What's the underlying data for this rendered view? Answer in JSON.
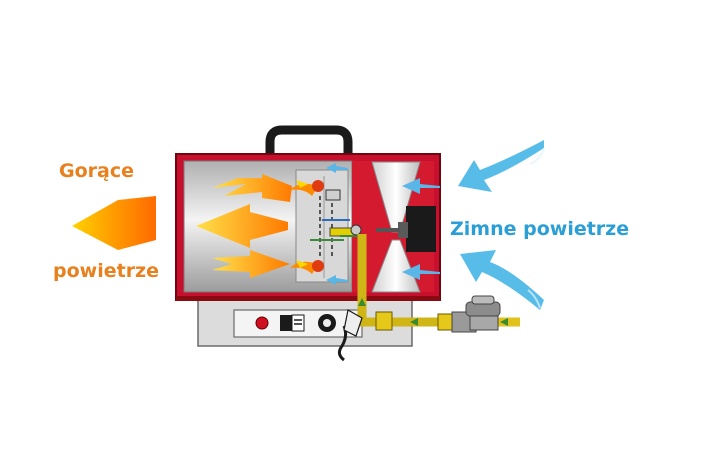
{
  "labels": {
    "hot_air_line1": "Gorące",
    "hot_air_line2": "powietrze",
    "cold_air": "Zimne powietrze"
  },
  "colors": {
    "hot_text": "#e8801e",
    "cold_text": "#2a9fd6",
    "casing_red": "#c8102e",
    "casing_dark": "#8a0a12",
    "fuel_pipe": "#e0c21a",
    "flame_orange": "#ff8c00",
    "flame_yellow": "#ffd500",
    "cold_arrow": "#4fb8e8"
  },
  "icons": {
    "hot_arrow": "hot-air-arrow-icon",
    "cold_arrow": "cold-air-arrow-icon",
    "fan": "fan-icon",
    "power_button": "power-button-icon",
    "thermostat_knob": "thermostat-knob-icon",
    "gas_valve": "gas-valve-icon"
  }
}
